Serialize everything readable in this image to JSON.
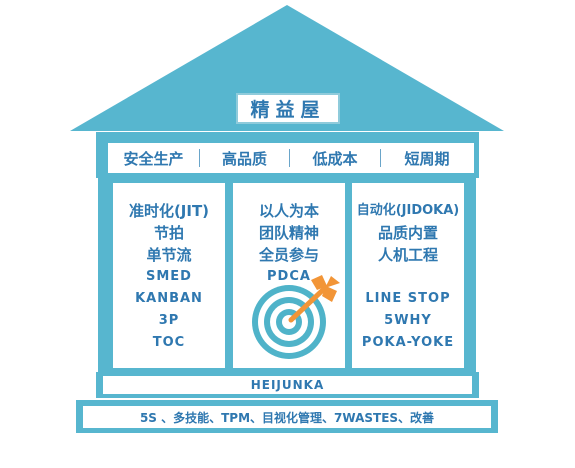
{
  "roof_title": "精益屋",
  "goals": [
    "安全生产",
    "高品质",
    "低成本",
    "短周期"
  ],
  "pillars": {
    "left": [
      "准时化(JIT)",
      "节拍",
      "单节流",
      "SMED",
      "KANBAN",
      "3P",
      "TOC"
    ],
    "center": [
      "以人为本",
      "团队精神",
      "全员参与",
      "PDCA"
    ],
    "right": [
      "自动化(JIDOKA)",
      "品质内置",
      "人机工程",
      "LINE STOP",
      "5WHY",
      "POKA-YOKE"
    ]
  },
  "heijunka": "HEIJUNKA",
  "foundation": "5S 、多技能、TPM、目视化管理、7WASTES、改善",
  "colors": {
    "frame": "#57b6cf",
    "text": "#2f78b0",
    "target": "#4fb3c9",
    "arrow": "#f29537"
  }
}
